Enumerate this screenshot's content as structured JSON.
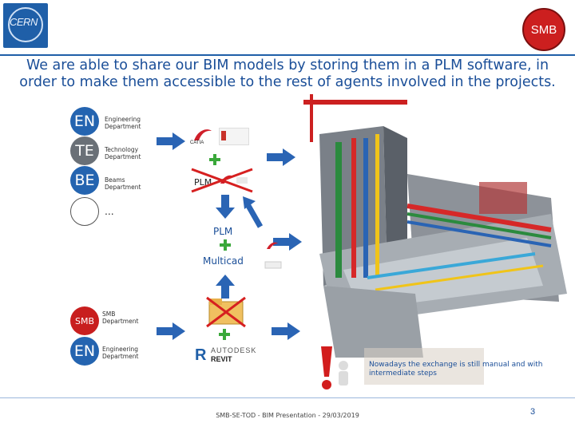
{
  "logo": {
    "text": "CERN"
  },
  "badge": {
    "text": "SMB"
  },
  "headline": "We are able to share our BIM models by storing them in a PLM software, in order to make them accessible to the rest of agents involved in the projects.",
  "departments_top": [
    {
      "abbr": "EN",
      "label": "Engineering Department"
    },
    {
      "abbr": "TE",
      "label": "Technology Department"
    },
    {
      "abbr": "BE",
      "label": "Beams Department"
    },
    {
      "abbr": "",
      "label": "..."
    }
  ],
  "departments_bottom": [
    {
      "abbr": "SMB",
      "label": "SMB Department"
    },
    {
      "abbr": "EN",
      "label": "Engineering Department"
    }
  ],
  "flow": {
    "plm_crossed": "PLM",
    "plm": "PLM",
    "multicad": "Multicad",
    "catia_logo": "CATIA",
    "revit_line1": "AUTODESK",
    "revit_line2": "REVIT"
  },
  "note": "Nowadays the exchange is still manual and with intermediate steps",
  "footer": "SMB-SE-TOD - BIM Presentation - 29/03/2019",
  "page_number": "3",
  "icons": [
    "right-arrow-icon",
    "down-arrow-icon",
    "up-arrow-icon",
    "plus-icon",
    "cross-icon",
    "folder-icon",
    "exclamation-icon"
  ],
  "colors": {
    "brand_blue": "#1f5fa8",
    "arrow_blue": "#2a64b4",
    "alert_red": "#cc1f1f",
    "plus_green": "#3aa83a"
  }
}
